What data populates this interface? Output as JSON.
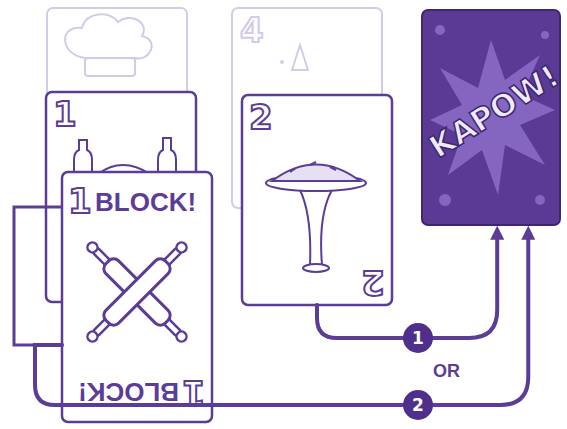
{
  "diagram": {
    "nodes": [
      {
        "text": [
          "4"
        ]
      },
      {
        "text": [
          "KAPOW!"
        ]
      },
      {
        "text": [
          "1"
        ]
      },
      {
        "text": [
          "2",
          "2"
        ]
      },
      {
        "text": [
          "1",
          "BLOCK!",
          "1",
          "BLOCK!"
        ]
      }
    ],
    "edges": [
      {
        "from": 3,
        "to": 1,
        "arrow": "to",
        "label": "1"
      },
      {
        "from": 4,
        "to": 1,
        "arrow": "to",
        "label": "2"
      }
    ],
    "labels": [
      "OR"
    ]
  }
}
